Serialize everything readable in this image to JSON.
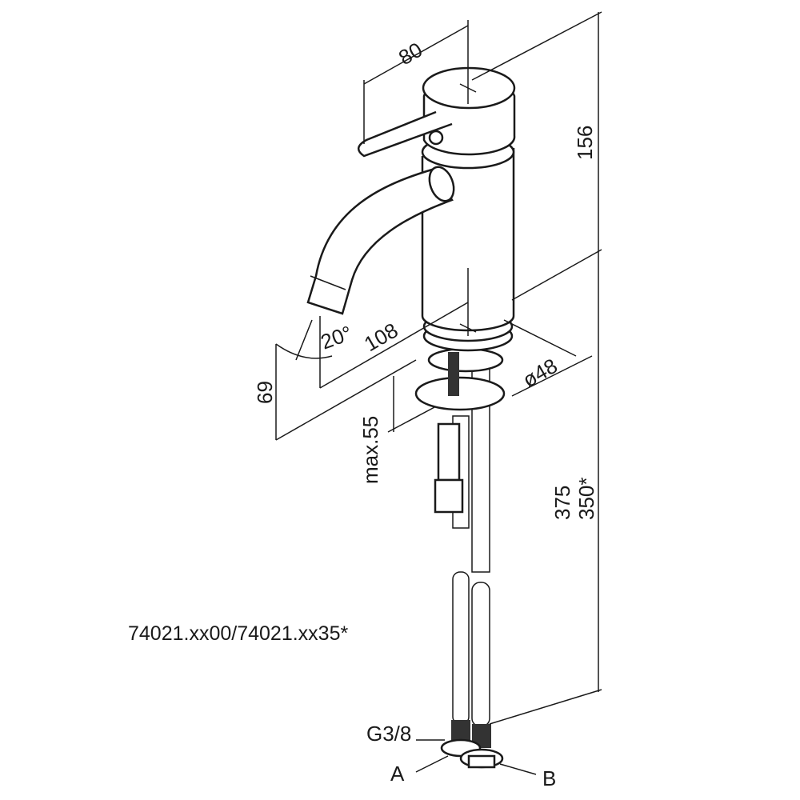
{
  "model_number": "74021.xx00/74021.xx35*",
  "dimensions": {
    "handle_length": "80",
    "height_top": "156",
    "spout_angle": "20°",
    "spout_reach": "108",
    "spout_height": "69",
    "base_diameter": "ø48",
    "max_thickness": "max.55",
    "hose_length": "375",
    "hose_length_alt": "350*"
  },
  "connections": {
    "thread": "G3/8",
    "inlet_a": "A",
    "inlet_b": "B"
  },
  "colors": {
    "line": "#1a1a1a",
    "background": "#ffffff"
  }
}
